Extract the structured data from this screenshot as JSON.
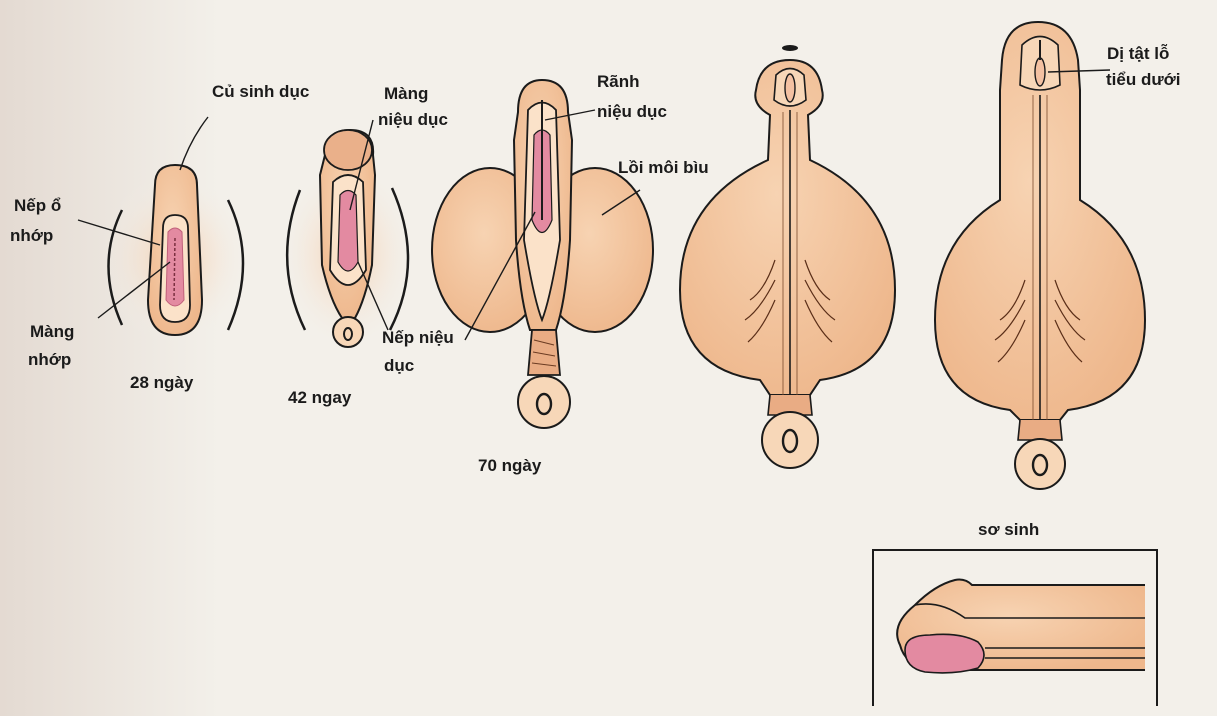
{
  "labels": {
    "cu_sinh_duc": "Củ sinh dục",
    "nep_o_nhop_1": "Nếp ổ",
    "nep_o_nhop_2": "nhớp",
    "mang_nhop_1": "Màng",
    "mang_nhop_2": "nhớp",
    "mang_nieu_duc_1": "Màng",
    "mang_nieu_duc_2": "niệu dục",
    "nep_nieu_duc_1": "Nếp niệu",
    "nep_nieu_duc_2": "dục",
    "ranh_nieu_duc_1": "Rãnh",
    "ranh_nieu_duc_2": "niệu dục",
    "loi_moi_biu": "Lồi môi bìu",
    "di_tat_1": "Dị tật lỗ",
    "di_tat_2": "tiểu dưới"
  },
  "captions": {
    "day28": "28 ngày",
    "day42": "42 ngay",
    "day70": "70 ngày",
    "newborn": "sơ sinh"
  },
  "colors": {
    "skin": "#f1c29a",
    "skin_light": "#f7d7b8",
    "membrane": "#e38aa1",
    "outline": "#1b1b1b",
    "background": "#f3f0ea"
  }
}
